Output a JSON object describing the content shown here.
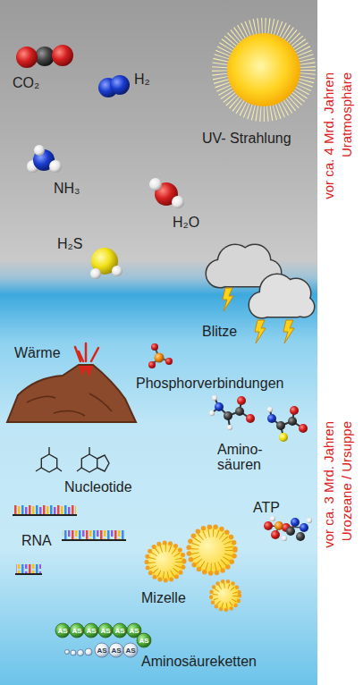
{
  "diagram": {
    "labels": [
      "CO₂",
      "H₂",
      "UV- Strahlung",
      "vor ca. 4 Mrd. Jahren Uratmosphäre",
      "NH₃",
      "H₂O",
      "H₂S",
      "Blitze",
      "Wärme",
      "Phosphorverbindungen",
      "Amino- säuren",
      "Nucleotide",
      "ATP",
      "RNA",
      "Mizelle",
      "vor ca. 3 Mrd. Jahren Urozeane / Ursuppe",
      "AS",
      "AS",
      "AS",
      "AS",
      "AS",
      "AS",
      "AS",
      "AS",
      "AS",
      "AS",
      "Aminosäureketten"
    ]
  }
}
